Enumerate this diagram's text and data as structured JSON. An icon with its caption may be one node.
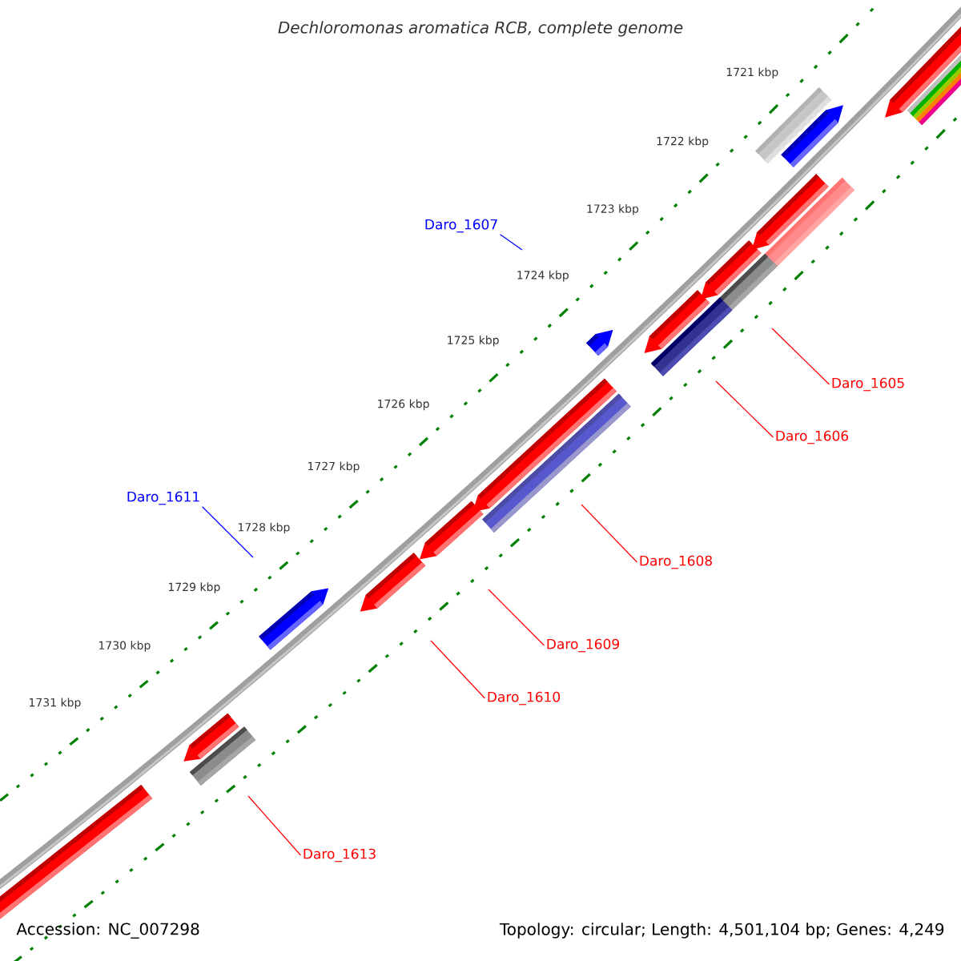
{
  "diagram": {
    "title": "Dechloromonas aromatica RCB, complete genome",
    "nodes": [
      {
        "text": [
          "Daro_1607"
        ]
      },
      {
        "text": [
          "Daro_1605"
        ]
      },
      {
        "text": [
          "Daro_1606"
        ]
      },
      {
        "text": [
          "Daro_1611"
        ]
      },
      {
        "text": [
          "Daro_1608"
        ]
      },
      {
        "text": [
          "Daro_1609"
        ]
      },
      {
        "text": [
          "Daro_1610"
        ]
      },
      {
        "text": [
          "Daro_1613"
        ]
      }
    ],
    "edges": [
      {
        "from": 0,
        "to": null,
        "arrow": "none",
        "color": "#0000ff"
      },
      {
        "from": 1,
        "to": null,
        "arrow": "none"
      },
      {
        "from": 2,
        "to": null,
        "arrow": "none"
      },
      {
        "from": 3,
        "to": null,
        "arrow": "none",
        "color": "#0000ff"
      },
      {
        "from": 4,
        "to": null,
        "arrow": "none"
      },
      {
        "from": 5,
        "to": null,
        "arrow": "none"
      },
      {
        "from": 6,
        "to": null,
        "arrow": "none"
      },
      {
        "from": 7,
        "to": null,
        "arrow": "none"
      }
    ],
    "labels": [
      "1721 kbp",
      "1722 kbp",
      "1723 kbp",
      "1724 kbp",
      "1725 kbp",
      "1726 kbp",
      "1727 kbp",
      "1728 kbp",
      "1729 kbp",
      "1730 kbp",
      "1731 kbp",
      "Accession: NC_007298",
      "Topology: circular; Length: 4,501,104 bp; Genes: 4,249"
    ]
  }
}
